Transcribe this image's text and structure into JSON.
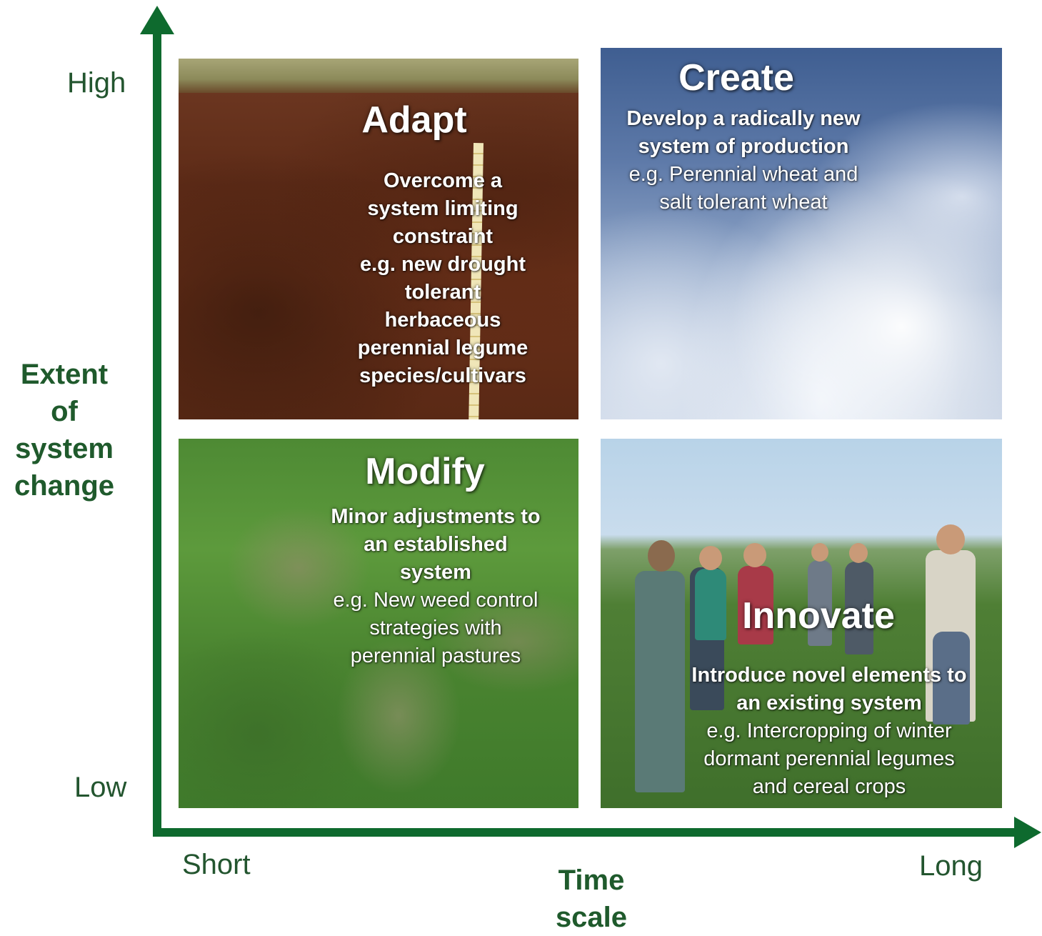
{
  "colors": {
    "axis": "#0e6a2e",
    "axis_text": "#1f5a2c",
    "quadrant_text": "#ffffff"
  },
  "y_axis": {
    "title_lines": [
      "Extent",
      "of",
      "system",
      "change"
    ],
    "high": "High",
    "low": "Low"
  },
  "x_axis": {
    "title_lines": [
      "Time",
      "scale"
    ],
    "short": "Short",
    "long": "Long"
  },
  "quadrants": {
    "adapt": {
      "title": "Adapt",
      "lines": [
        "Overcome a",
        "system limiting",
        "constraint",
        "e.g. new drought",
        "tolerant",
        "herbaceous",
        "perennial legume",
        "species/cultivars"
      ]
    },
    "create": {
      "title": "Create",
      "lines": [
        "Develop a radically new",
        "system of production",
        "e.g. Perennial wheat and",
        "salt tolerant wheat"
      ]
    },
    "modify": {
      "title": "Modify",
      "lines": [
        "Minor adjustments to",
        "an established",
        "system",
        "e.g. New weed control",
        "strategies with",
        "perennial pastures"
      ]
    },
    "innovate": {
      "title": "Innovate",
      "lines": [
        "Introduce novel elements to",
        "an existing system",
        "e.g. Intercropping of winter",
        "dormant perennial legumes",
        "and cereal crops"
      ]
    }
  }
}
